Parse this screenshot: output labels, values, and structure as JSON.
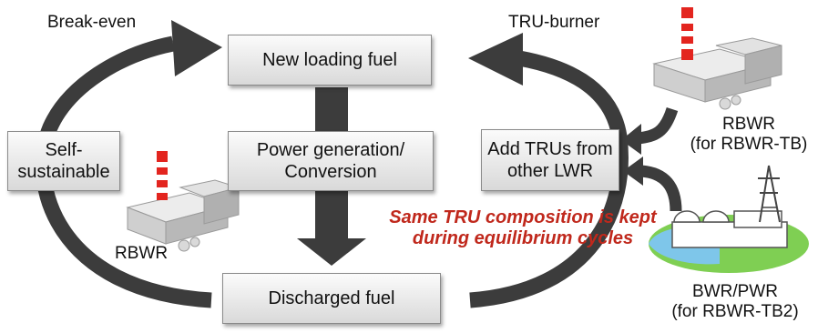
{
  "boxes": {
    "new_loading": "New loading fuel",
    "power_generation": "Power generation/\nConversion",
    "discharged": "Discharged fuel",
    "self_sustainable": "Self-\nsustainable",
    "add_trus": "Add TRUs from\nother LWR"
  },
  "labels": {
    "break_even": "Break-even",
    "tru_burner": "TRU-burner",
    "rbwr_left": "RBWR",
    "rbwr_right_name": "RBWR",
    "rbwr_right_sub": "(for RBWR-TB)",
    "bwr_pwr_name": "BWR/PWR",
    "bwr_pwr_sub": "(for RBWR-TB2)"
  },
  "note": {
    "line1": "Same TRU composition is kept",
    "line2": "during equilibrium cycles"
  },
  "colors": {
    "arrow": "#3c3c3c",
    "note": "#c0281c",
    "box_border": "#8a8a8a"
  }
}
